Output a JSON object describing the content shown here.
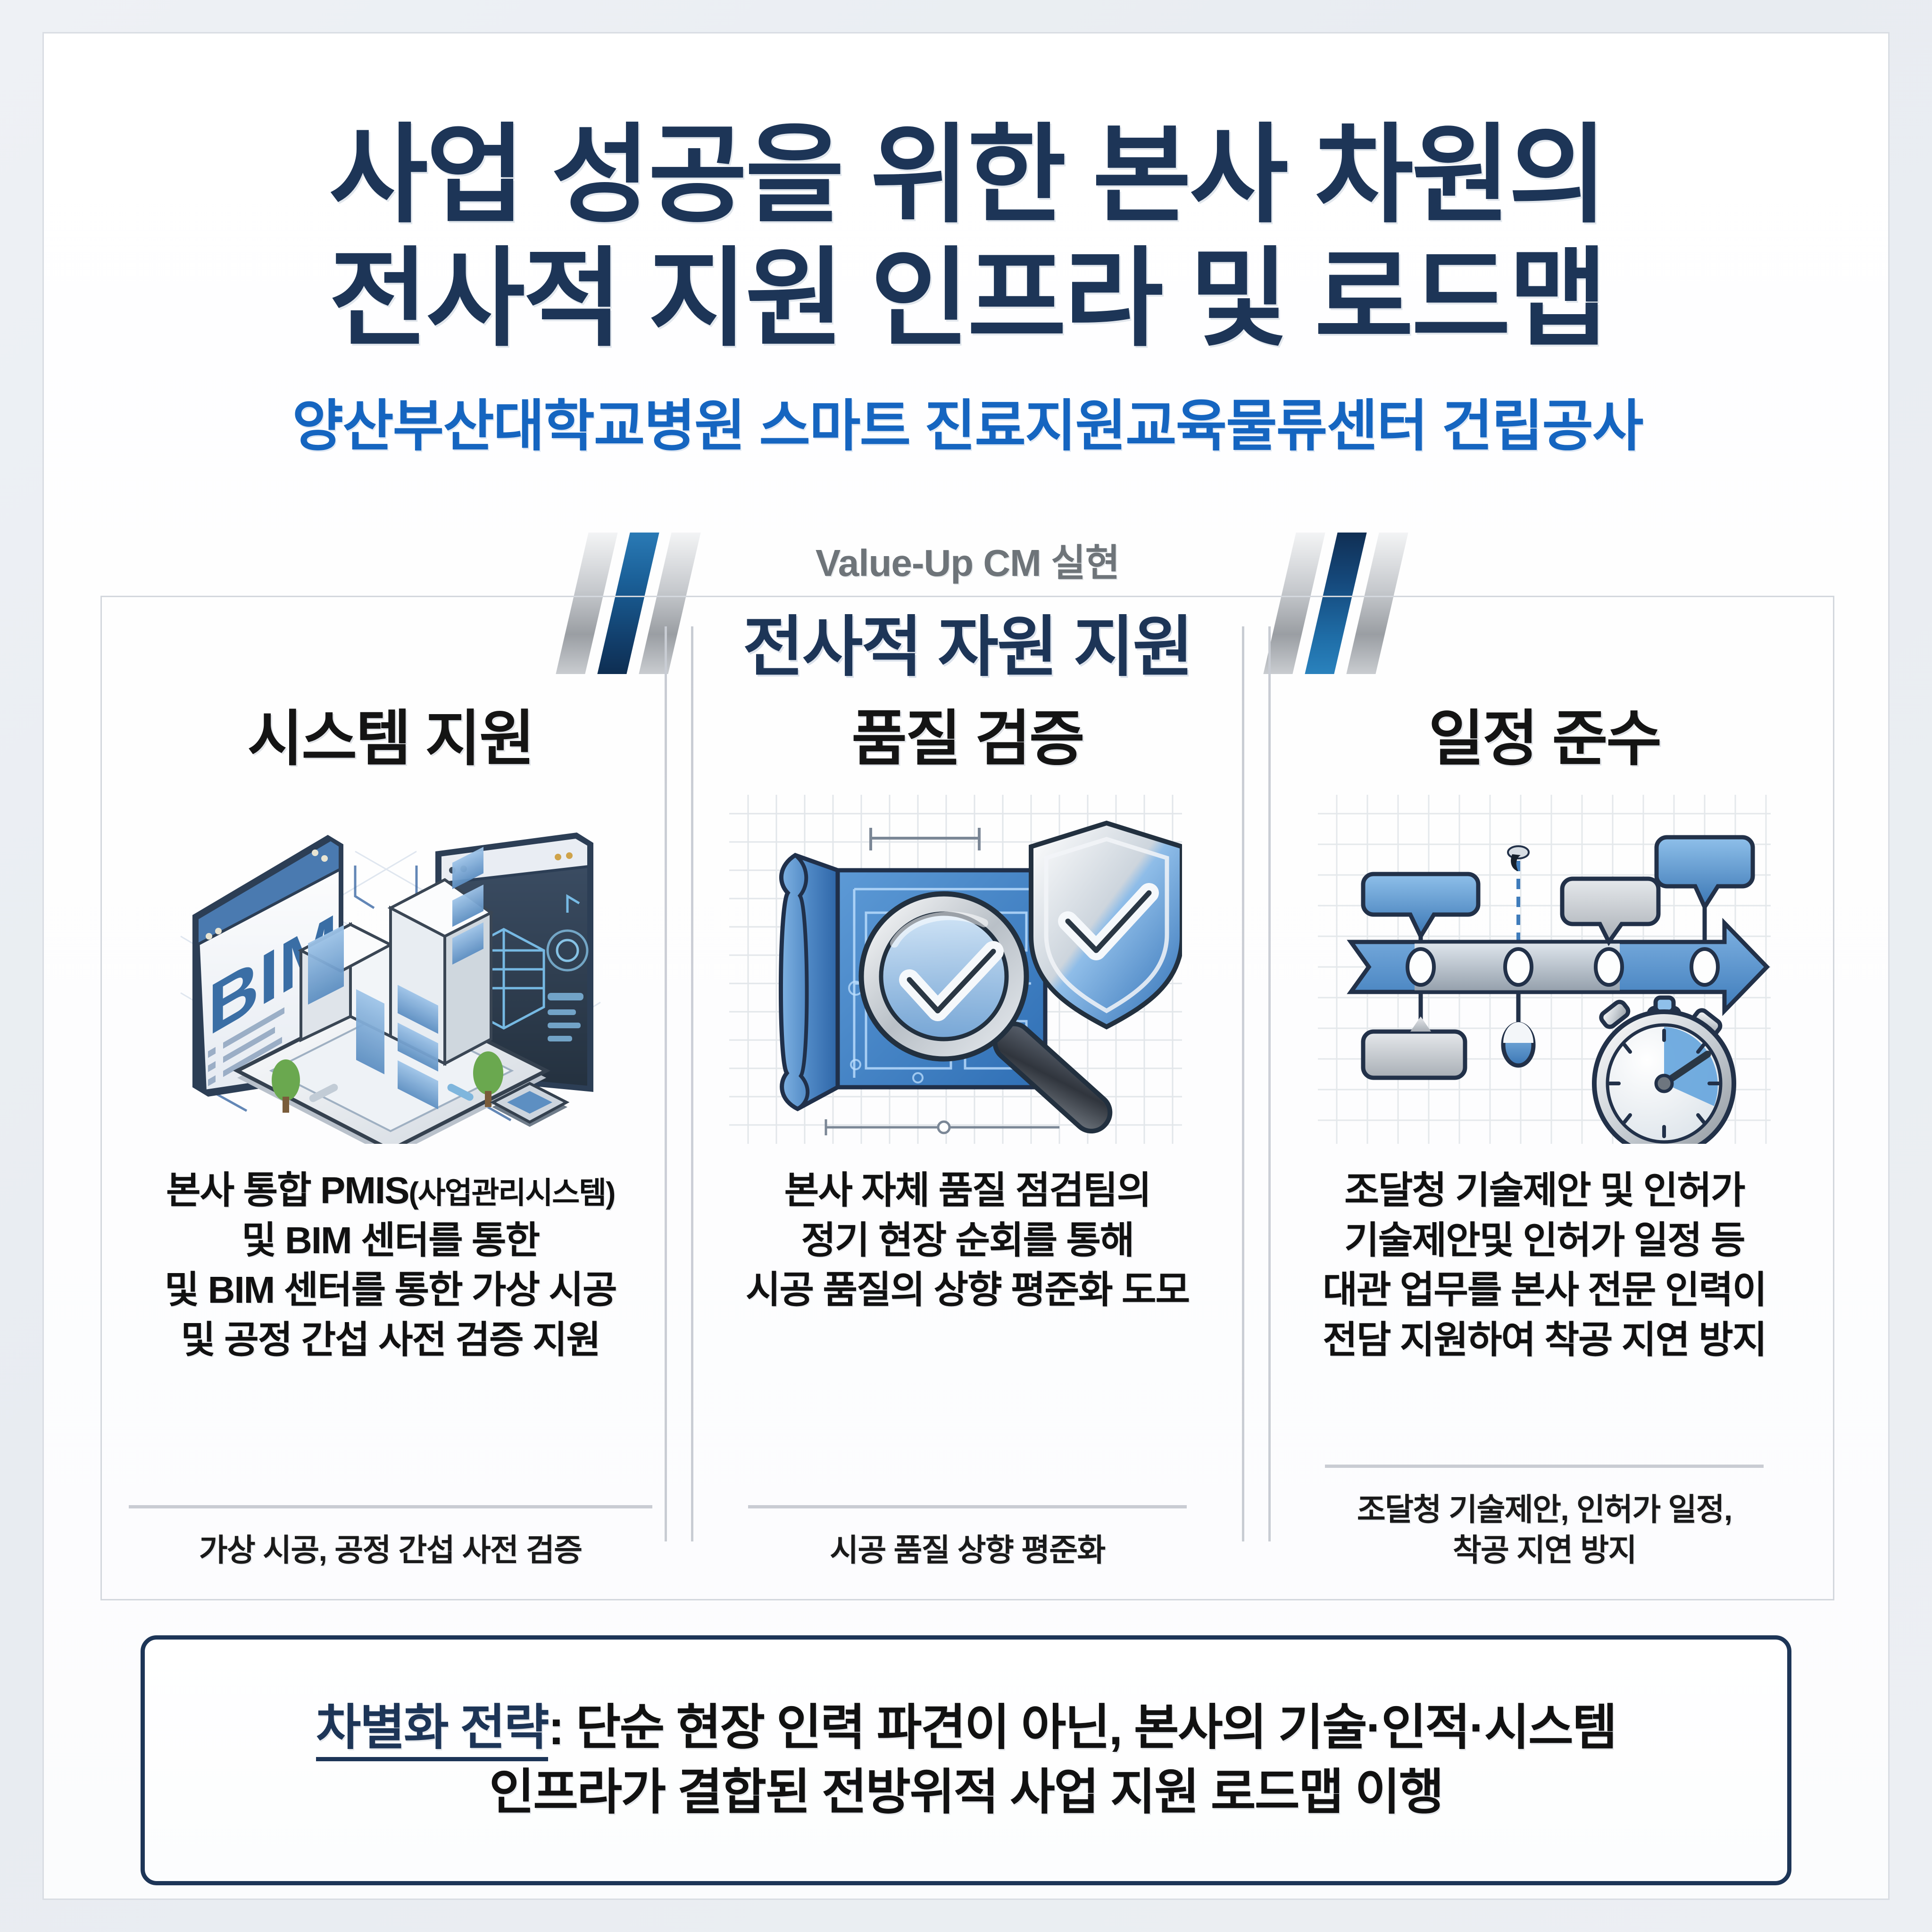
{
  "header": {
    "title_line1": "사업 성공을 위한 본사 차원의",
    "title_line2": "전사적 지원 인프라 및 로드맵",
    "subtitle": "양산부산대학교병원 스마트 진료지원교육물류센터 건립공사"
  },
  "ribbon": {
    "kicker": "Value-Up CM 실현",
    "main": "전사적 자원 지원"
  },
  "columns": [
    {
      "heading": "시스템 지원",
      "illustration": "bim-isometric-illustration",
      "body_main": "본사 통합 PMIS",
      "body_paren": "(사업관리시스템)",
      "body_rest": "및 BIM 센터를 통한\n및 BIM 센터를 통한 가상 시공\n및 공정 간섭 사전 검증 지원",
      "caption": "가상 시공, 공정 간섭 사전 검증"
    },
    {
      "heading": "품질 검증",
      "illustration": "blueprint-magnifier-shield-illustration",
      "body": "본사 자체 품질 점검팀의\n정기 현장 순회를 통해\n시공 품질의 상향 평준화 도모",
      "caption": "시공 품질 상향 평준화"
    },
    {
      "heading": "일정 준수",
      "illustration": "timeline-stopwatch-illustration",
      "body": "조달청 기술제안 및 인허가\n기술제안및 인허가 일정 등\n대관 업무를 본사 전문 인력이\n전담 지원하여 착공 지연 방지",
      "caption": "조달청 기술제안, 인허가 일정,\n착공 지연 방지"
    }
  ],
  "bottom_box": {
    "strong_label": "차별화 전략",
    "line1_rest": ": 단순 현장 인력 파견이 아닌, 본사의 기술·인적·시스템",
    "line2": "인프라가 결합된 전방위적 사업 지원 로드맵 이행"
  },
  "colors": {
    "navy": "#1d3557",
    "accent_blue": "#1565c0",
    "ribbon_blue": "#1a5f97",
    "silver": "#9a9ea3",
    "border_gray": "#d3d7dd",
    "text_black": "#111111"
  },
  "illustration_labels": {
    "bim_screen_text": "BIM"
  }
}
